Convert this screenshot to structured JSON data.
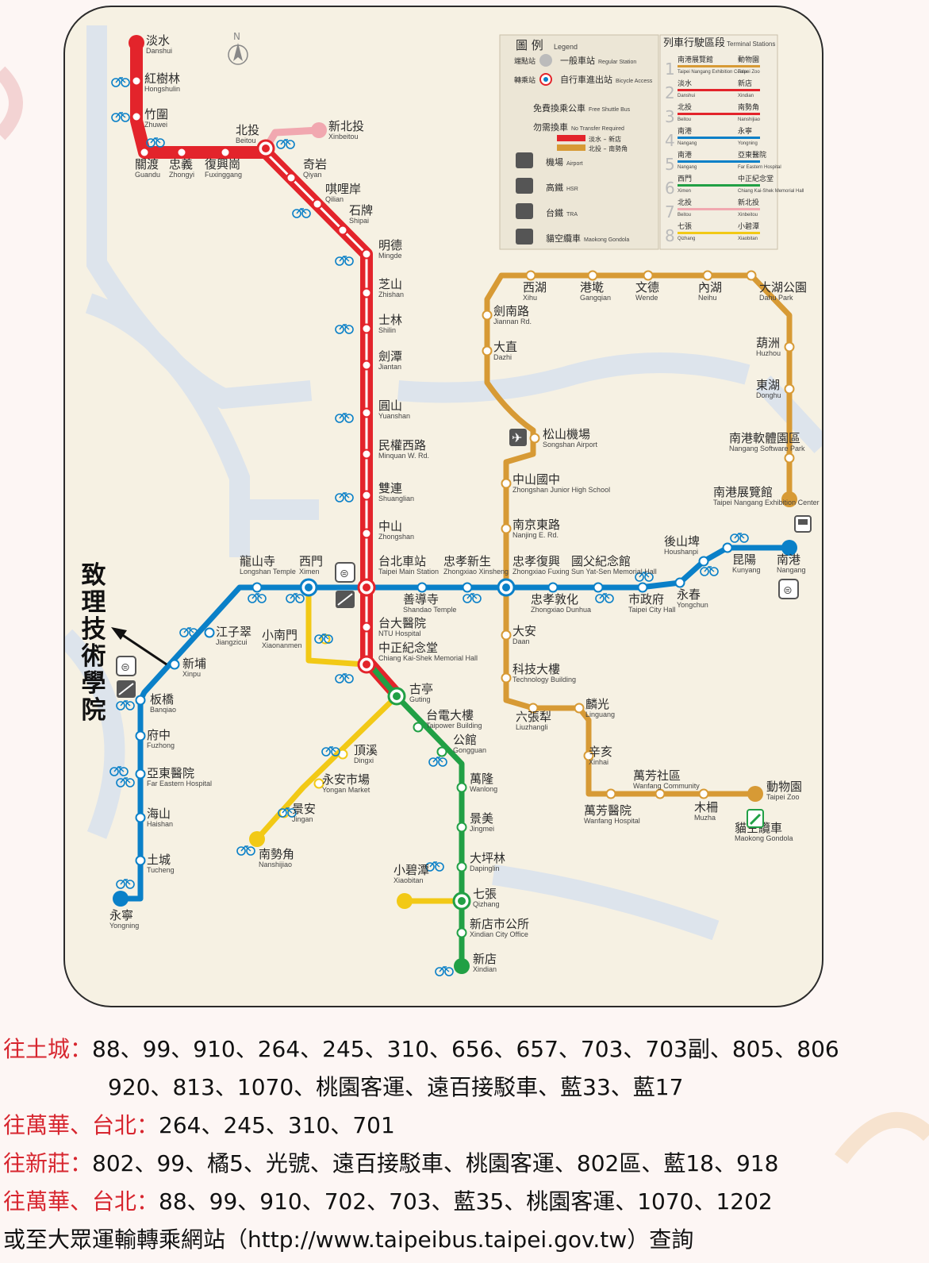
{
  "colors": {
    "red": "#e3242b",
    "blue": "#0a80c8",
    "green": "#21a045",
    "orange": "#d79a35",
    "yellow": "#f2c916",
    "pink": "#f1a8b0",
    "text_red": "#d7262f"
  },
  "map": {
    "north_mark": "N",
    "legend": {
      "title_zh": "圖 例",
      "title_en": "Legend",
      "items": [
        {
          "zh": "一般車站",
          "en": "Regular Station",
          "side": "端點站"
        },
        {
          "zh": "自行車進出站",
          "en": "Bicycle Access",
          "side": "轉乘站"
        },
        {
          "zh": "免費換乘公車",
          "en": "Free Shuttle Bus",
          "side": ""
        },
        {
          "zh": "勿需換車",
          "en": "No Transfer Required",
          "side": ""
        },
        {
          "zh": "機場",
          "en": "Airport",
          "side": "airplane-icon"
        },
        {
          "zh": "高鐵",
          "en": "HSR",
          "side": "hsr-icon"
        },
        {
          "zh": "台鐵",
          "en": "TRA",
          "side": "tra-icon"
        },
        {
          "zh": "貓空纜車",
          "en": "Maokong Gondola",
          "side": "gondola-icon"
        }
      ],
      "no_transfer_rows": [
        {
          "text": "淡水 – 新店"
        },
        {
          "text": "北投 – 南勢角"
        }
      ],
      "terminals_title_zh": "列車行駛區段",
      "terminals_title_en": "Terminal Stations",
      "terminals": [
        {
          "num": "1",
          "from_zh": "南港展覽館",
          "from_en": "Taipei Nangang Exhibition Center",
          "to_zh": "動物園",
          "to_en": "Taipei Zoo",
          "color": "#d79a35"
        },
        {
          "num": "2",
          "from_zh": "淡水",
          "from_en": "Danshui",
          "to_zh": "新店",
          "to_en": "Xindian",
          "color": "#e3242b"
        },
        {
          "num": "3",
          "from_zh": "北投",
          "from_en": "Beitou",
          "to_zh": "南勢角",
          "to_en": "Nanshijiao",
          "color": "#e3242b"
        },
        {
          "num": "4",
          "from_zh": "南港",
          "from_en": "Nangang",
          "to_zh": "永寧",
          "to_en": "Yongning",
          "color": "#0a80c8"
        },
        {
          "num": "5",
          "from_zh": "南港",
          "from_en": "Nangang",
          "to_zh": "亞東醫院",
          "to_en": "Far Eastern Hospital",
          "color": "#0a80c8"
        },
        {
          "num": "6",
          "from_zh": "西門",
          "from_en": "Ximen",
          "to_zh": "中正紀念堂",
          "to_en": "Chiang Kai-Shek Memorial Hall",
          "color": "#21a045"
        },
        {
          "num": "7",
          "from_zh": "北投",
          "from_en": "Beitou",
          "to_zh": "新北投",
          "to_en": "Xinbeitou",
          "color": "#f1a8b0"
        },
        {
          "num": "8",
          "from_zh": "七張",
          "from_en": "Qizhang",
          "to_zh": "小碧潭",
          "to_en": "Xiaobitan",
          "color": "#f2c916"
        }
      ]
    },
    "stations": {
      "danshui": {
        "zh": "淡水",
        "en": "Danshui"
      },
      "hongshulin": {
        "zh": "紅樹林",
        "en": "Hongshulin"
      },
      "zhuwei": {
        "zh": "竹圍",
        "en": "Zhuwei"
      },
      "guandu": {
        "zh": "關渡",
        "en": "Guandu"
      },
      "zhongyi": {
        "zh": "忠義",
        "en": "Zhongyi"
      },
      "fuxinggang": {
        "zh": "復興崗",
        "en": "Fuxinggang"
      },
      "beitou": {
        "zh": "北投",
        "en": "Beitou"
      },
      "xinbeitou": {
        "zh": "新北投",
        "en": "Xinbeitou"
      },
      "qiyan": {
        "zh": "奇岩",
        "en": "Qiyan"
      },
      "qilian": {
        "zh": "唭哩岸",
        "en": "Qilian"
      },
      "shipai": {
        "zh": "石牌",
        "en": "Shipai"
      },
      "mingde": {
        "zh": "明德",
        "en": "Mingde"
      },
      "zhishan": {
        "zh": "芝山",
        "en": "Zhishan"
      },
      "shilin": {
        "zh": "士林",
        "en": "Shilin"
      },
      "jiantan": {
        "zh": "劍潭",
        "en": "Jiantan"
      },
      "yuanshan": {
        "zh": "圓山",
        "en": "Yuanshan"
      },
      "minquan": {
        "zh": "民權西路",
        "en": "Minquan W. Rd."
      },
      "shuanglian": {
        "zh": "雙連",
        "en": "Shuanglian"
      },
      "zhongshan": {
        "zh": "中山",
        "en": "Zhongshan"
      },
      "taipei_main": {
        "zh": "台北車站",
        "en": "Taipei Main Station"
      },
      "ntuh": {
        "zh": "台大醫院",
        "en": "NTU Hospital"
      },
      "cks": {
        "zh": "中正紀念堂",
        "en": "Chiang Kai-Shek Memorial Hall"
      },
      "guting": {
        "zh": "古亭",
        "en": "Guting"
      },
      "taipower": {
        "zh": "台電大樓",
        "en": "Taipower Building"
      },
      "gongguan": {
        "zh": "公館",
        "en": "Gongguan"
      },
      "wanlong": {
        "zh": "萬隆",
        "en": "Wanlong"
      },
      "jingmei": {
        "zh": "景美",
        "en": "Jingmei"
      },
      "dapinglin": {
        "zh": "大坪林",
        "en": "Dapinglin"
      },
      "qizhang": {
        "zh": "七張",
        "en": "Qizhang"
      },
      "xiaobitan": {
        "zh": "小碧潭",
        "en": "Xiaobitan"
      },
      "xindian_city": {
        "zh": "新店市公所",
        "en": "Xindian City Office"
      },
      "xindian": {
        "zh": "新店",
        "en": "Xindian"
      },
      "dingxi": {
        "zh": "頂溪",
        "en": "Dingxi"
      },
      "yongan": {
        "zh": "永安市場",
        "en": "Yongan Market"
      },
      "jingan": {
        "zh": "景安",
        "en": "Jingan"
      },
      "nanshijiao": {
        "zh": "南勢角",
        "en": "Nanshijiao"
      },
      "xiaonanmen": {
        "zh": "小南門",
        "en": "Xiaonanmen"
      },
      "ximen": {
        "zh": "西門",
        "en": "Ximen"
      },
      "longshan": {
        "zh": "龍山寺",
        "en": "Longshan Temple"
      },
      "jiangzicui": {
        "zh": "江子翠",
        "en": "Jiangzicui"
      },
      "xinpu": {
        "zh": "新埔",
        "en": "Xinpu"
      },
      "banqiao": {
        "zh": "板橋",
        "en": "Banqiao"
      },
      "fuzhong": {
        "zh": "府中",
        "en": "Fuzhong"
      },
      "far_eastern": {
        "zh": "亞東醫院",
        "en": "Far Eastern Hospital"
      },
      "haishan": {
        "zh": "海山",
        "en": "Haishan"
      },
      "tucheng": {
        "zh": "土城",
        "en": "Tucheng"
      },
      "yongning": {
        "zh": "永寧",
        "en": "Yongning"
      },
      "shandao": {
        "zh": "善導寺",
        "en": "Shandao Temple"
      },
      "zhongxiao_xinsheng": {
        "zh": "忠孝新生",
        "en": "Zhongxiao Xinsheng"
      },
      "zhongxiao_fuxing": {
        "zh": "忠孝復興",
        "en": "Zhongxiao Fuxing"
      },
      "zhongxiao_dunhua": {
        "zh": "忠孝敦化",
        "en": "Zhongxiao Dunhua"
      },
      "sun_yatsen": {
        "zh": "國父紀念館",
        "en": "Sun Yat-Sen Memorial Hall"
      },
      "city_hall": {
        "zh": "市政府",
        "en": "Taipei City Hall"
      },
      "yongchun": {
        "zh": "永春",
        "en": "Yongchun"
      },
      "houshanpi": {
        "zh": "後山埤",
        "en": "Houshanpi"
      },
      "kunyang": {
        "zh": "昆陽",
        "en": "Kunyang"
      },
      "nangang": {
        "zh": "南港",
        "en": "Nangang"
      },
      "nangang_exh": {
        "zh": "南港展覽館",
        "en": "Taipei Nangang Exhibition Center"
      },
      "nangang_sw": {
        "zh": "南港軟體園區",
        "en": "Nangang Software Park"
      },
      "donghu": {
        "zh": "東湖",
        "en": "Donghu"
      },
      "huzhou": {
        "zh": "葫洲",
        "en": "Huzhou"
      },
      "dahu": {
        "zh": "大湖公園",
        "en": "Dahu Park"
      },
      "neihu": {
        "zh": "內湖",
        "en": "Neihu"
      },
      "wende": {
        "zh": "文德",
        "en": "Wende"
      },
      "gangqian": {
        "zh": "港墘",
        "en": "Gangqian"
      },
      "xihu": {
        "zh": "西湖",
        "en": "Xihu"
      },
      "jiannan": {
        "zh": "劍南路",
        "en": "Jiannan Rd."
      },
      "dazhi": {
        "zh": "大直",
        "en": "Dazhi"
      },
      "songshan_airport": {
        "zh": "松山機場",
        "en": "Songshan Airport"
      },
      "zhongshan_jhs": {
        "zh": "中山國中",
        "en": "Zhongshan Junior High School"
      },
      "nanjing": {
        "zh": "南京東路",
        "en": "Nanjing E. Rd."
      },
      "daan": {
        "zh": "大安",
        "en": "Daan"
      },
      "tech_bldg": {
        "zh": "科技大樓",
        "en": "Technology Building"
      },
      "liuzhangli": {
        "zh": "六張犁",
        "en": "Liuzhangli"
      },
      "linguang": {
        "zh": "麟光",
        "en": "Linguang"
      },
      "xinhai": {
        "zh": "辛亥",
        "en": "Xinhai"
      },
      "wanfang_hosp": {
        "zh": "萬芳醫院",
        "en": "Wanfang Hospital"
      },
      "wanfang_comm": {
        "zh": "萬芳社區",
        "en": "Wanfang Community"
      },
      "muzha": {
        "zh": "木柵",
        "en": "Muzha"
      },
      "zoo": {
        "zh": "動物園",
        "en": "Taipei Zoo"
      },
      "maokong": {
        "zh": "貓空纜車",
        "en": "Maokong Gondola"
      }
    }
  },
  "school_label": [
    "致",
    "理",
    "技",
    "術",
    "學",
    "院"
  ],
  "bus_info": [
    {
      "dir": "往土城：",
      "routes": "88、99、910、264、245、310、656、657、703、703副、805、806"
    },
    {
      "dir": "",
      "routes": "920、813、1070、桃園客運、遠百接駁車、藍33、藍17"
    },
    {
      "dir": "往萬華、台北：",
      "routes": "264、245、310、701"
    },
    {
      "dir": "往新莊：",
      "routes": "802、99、橘5、光號、遠百接駁車、桃園客運、802區、藍18、918"
    },
    {
      "dir": "往萬華、台北：",
      "routes": "88、99、910、702、703、藍35、桃園客運、1070、1202"
    },
    {
      "dir": "",
      "routes": "或至大眾運輸轉乘網站（http://www.taipeibus.taipei.gov.tw）查詢"
    }
  ]
}
